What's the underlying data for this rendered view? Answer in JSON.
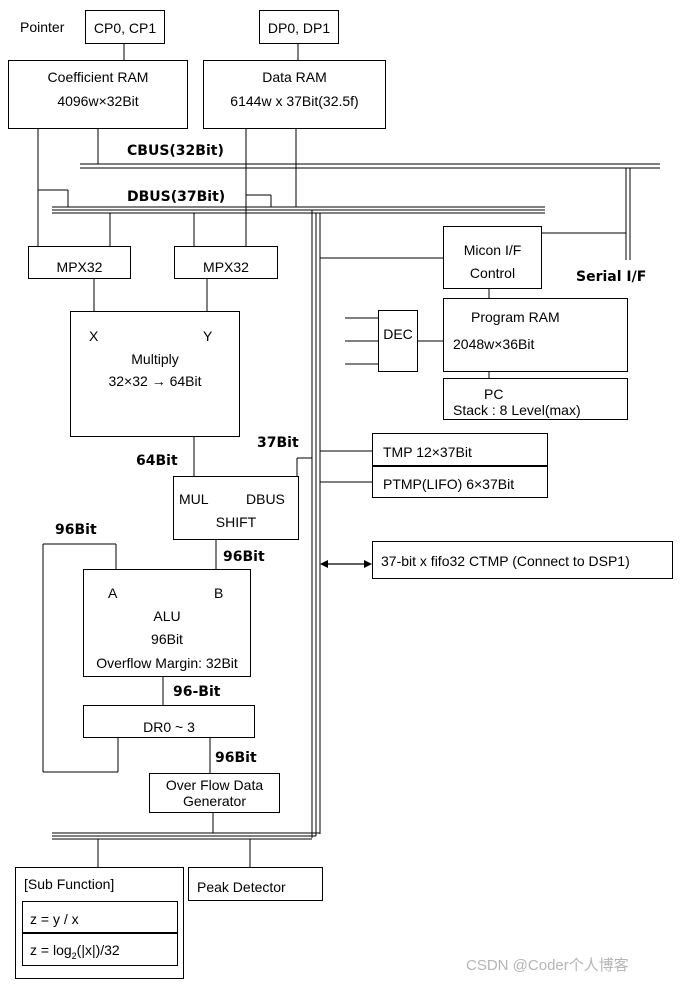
{
  "labels": {
    "pointer": "Pointer",
    "cp": "CP0, CP1",
    "dp": "DP0, DP1",
    "coef_ram_title": "Coefficient RAM",
    "coef_ram_size": "4096w×32Bit",
    "data_ram_title": "Data RAM",
    "data_ram_size": "6144w x 37Bit(32.5f)",
    "cbus": "CBUS(32Bit)",
    "dbus": "DBUS(37Bit)",
    "mpx_left": "MPX32",
    "mpx_right": "MPX32",
    "mult_x": "X",
    "mult_y": "Y",
    "mult_title": "Multiply",
    "mult_spec": "32×32 → 64Bit",
    "bits_64": "64Bit",
    "bits_37": "37Bit",
    "shift_mul": "MUL",
    "shift_dbus": "DBUS",
    "shift_title": "SHIFT",
    "bits_96_left": "96Bit",
    "bits_96_shift": "96Bit",
    "alu_a": "A",
    "alu_b": "B",
    "alu_title": "ALU",
    "alu_bits": "96Bit",
    "alu_overflow": "Overflow Margin: 32Bit",
    "bits_96_dash": "96-Bit",
    "dr": "DR0 ~  3",
    "bits_96_bottom": "96Bit",
    "ofg_line1": "Over Flow Data",
    "ofg_line2": "Generator",
    "micon_line1": "Micon I/F",
    "micon_line2": "Control",
    "serial": "Serial I/F",
    "dec": "DEC",
    "pram_title": "Program RAM",
    "pram_size": "2048w×36Bit",
    "pc_title": "PC",
    "pc_stack": "Stack : 8 Level(max)",
    "tmp": "TMP    12×37Bit",
    "ptmp": "PTMP(LIFO) 6×37Bit",
    "fifo": "37-bit x fifo32      CTMP (Connect to DSP1)",
    "sub_title": "[Sub Function]",
    "sub_f1": "z = y / x",
    "sub_f2_pre": "z = log",
    "sub_f2_sub": "2",
    "sub_f2_post": "(|x|)/32",
    "peak": "Peak Detector",
    "watermark": "CSDN @Coder个人博客"
  }
}
